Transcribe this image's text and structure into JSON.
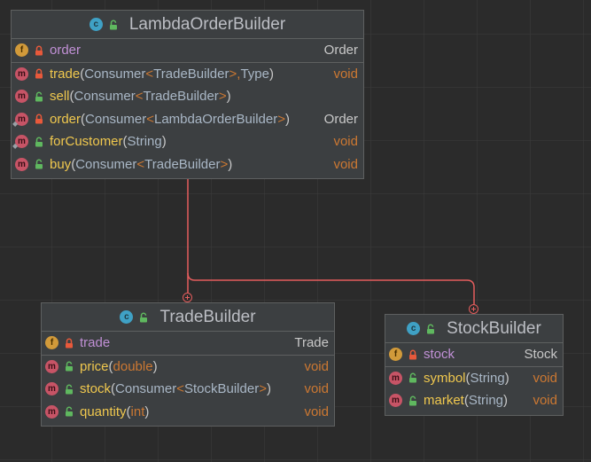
{
  "nodes": {
    "lambda": {
      "title": "LambdaOrderBuilder",
      "fields": [
        {
          "name": "order",
          "type": "Order",
          "visibility": "private"
        }
      ],
      "methods": [
        {
          "name": "trade",
          "params": [
            {
              "t": "Consumer"
            },
            {
              "t": "<",
              "kw": true
            },
            {
              "t": "TradeBuilder"
            },
            {
              "t": ">",
              "kw": true
            },
            {
              "t": ", ",
              "kw": true
            },
            {
              "t": "Type"
            }
          ],
          "return": "void",
          "visibility": "private"
        },
        {
          "name": "sell",
          "params": [
            {
              "t": "Consumer"
            },
            {
              "t": "<",
              "kw": true
            },
            {
              "t": "TradeBuilder"
            },
            {
              "t": ">",
              "kw": true
            }
          ],
          "return": "",
          "visibility": "public"
        },
        {
          "name": "order",
          "params": [
            {
              "t": "Consumer"
            },
            {
              "t": "<",
              "kw": true
            },
            {
              "t": "LambdaOrderBuilder"
            },
            {
              "t": ">",
              "kw": true
            }
          ],
          "return": "Order",
          "visibility": "private",
          "static": true
        },
        {
          "name": "forCustomer",
          "params": [
            {
              "t": "String"
            }
          ],
          "return": "void",
          "visibility": "public",
          "static": true
        },
        {
          "name": "buy",
          "params": [
            {
              "t": "Consumer"
            },
            {
              "t": "<",
              "kw": true
            },
            {
              "t": "TradeBuilder"
            },
            {
              "t": ">",
              "kw": true
            }
          ],
          "return": "void",
          "visibility": "public"
        }
      ]
    },
    "trade": {
      "title": "TradeBuilder",
      "fields": [
        {
          "name": "trade",
          "type": "Trade",
          "visibility": "private"
        }
      ],
      "methods": [
        {
          "name": "price",
          "params": [
            {
              "t": "double",
              "kw": true
            }
          ],
          "return": "void",
          "visibility": "public"
        },
        {
          "name": "stock",
          "params": [
            {
              "t": "Consumer"
            },
            {
              "t": "<",
              "kw": true
            },
            {
              "t": "StockBuilder"
            },
            {
              "t": ">",
              "kw": true
            }
          ],
          "return": "void",
          "visibility": "public"
        },
        {
          "name": "quantity",
          "params": [
            {
              "t": "int",
              "kw": true
            }
          ],
          "return": "void",
          "visibility": "public"
        }
      ]
    },
    "stock": {
      "title": "StockBuilder",
      "fields": [
        {
          "name": "stock",
          "type": "Stock",
          "visibility": "private"
        }
      ],
      "methods": [
        {
          "name": "symbol",
          "params": [
            {
              "t": "String"
            }
          ],
          "return": "void",
          "visibility": "public"
        },
        {
          "name": "market",
          "params": [
            {
              "t": "String"
            }
          ],
          "return": "void",
          "visibility": "public"
        }
      ]
    }
  },
  "colors": {
    "background": "#2b2b2b",
    "node_bg": "#3c3f41",
    "edge": "#e45d5d",
    "keyword": "#cc7832",
    "method_name": "#f0c84e",
    "field_name": "#c190d6",
    "public_icon": "#5fb85f",
    "private_icon": "#e8593b"
  },
  "icons": {
    "class": "class-c-icon",
    "field": "field-f-icon",
    "method": "method-m-icon",
    "public": "unlocked-padlock-icon",
    "private": "locked-padlock-icon"
  }
}
